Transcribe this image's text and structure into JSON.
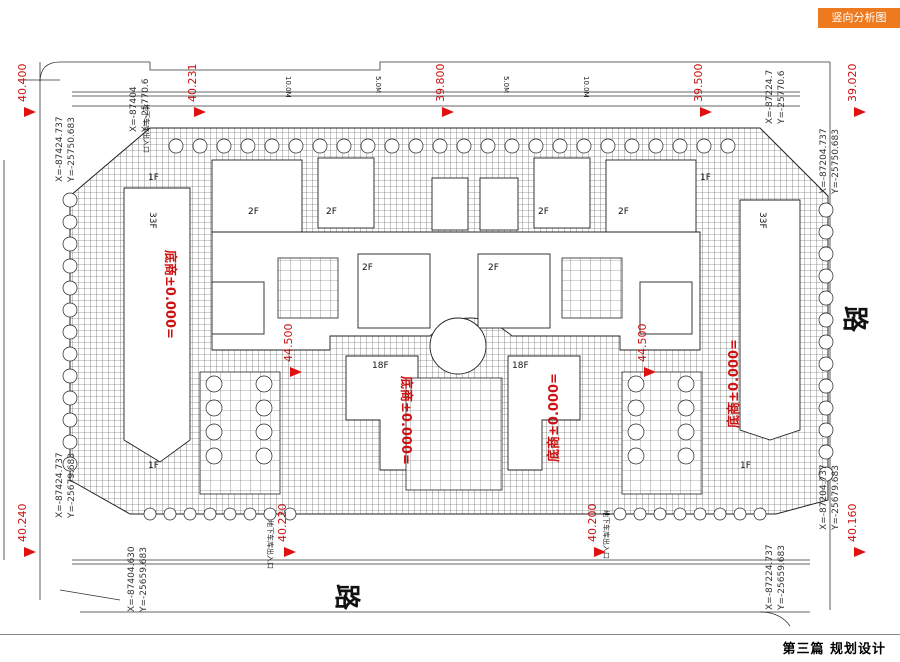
{
  "header": {
    "tag": "竖向分析图"
  },
  "footer": {
    "title": "第三篇  规划设计"
  },
  "colors": {
    "accent": "#ee7a1f",
    "marker": "#dd1111",
    "elev_text": "#cc1111",
    "line": "#333333"
  },
  "road_labels": [
    "路",
    "路"
  ],
  "elevations": {
    "top_left": "40.400",
    "top_mid_left": "40.231",
    "top_mid": "39.800",
    "top_right": "39.500",
    "top_far_right": "39.020",
    "bottom_left": "40.240",
    "bottom_mid_left": "40.220",
    "bottom_mid_right": "40.200",
    "bottom_right": "40.160",
    "plaza_left": "44.500",
    "plaza_right": "44.500"
  },
  "coordinates": {
    "tl_x": "X=-87424.737",
    "tl_y": "Y=-25750.683",
    "top_x": "X=-87404",
    "top_y": "Y=-25770.6",
    "tr_x": "X=-87224.7",
    "tr_y": "Y=-25770.6",
    "tr2_x": "X=-87204.737",
    "tr2_y": "Y=-25750.683",
    "bl_x": "X=-87424.737",
    "bl_y": "Y=-25679.683",
    "bl2_x": "X=-87404.630",
    "bl2_y": "Y=-25659.683",
    "br_x": "X=-87204.737",
    "br_y": "Y=-25679.683",
    "br2_x": "X=-87224.737",
    "br2_y": "Y=-25659.683"
  },
  "base_labels": {
    "left": "底商±0.000=",
    "right": "底商±0.000=",
    "center_left": "底商±0.000=",
    "center_right": "底商±0.000="
  },
  "floor_labels": [
    "33F",
    "33F",
    "18F",
    "18F",
    "2F",
    "2F",
    "2F",
    "2F",
    "2F",
    "2F",
    "1F",
    "1F",
    "1F",
    "1F"
  ],
  "small_notes": [
    "10.0M",
    "5.0M",
    "5.0M",
    "10.0M",
    "地下车库出入口",
    "地下车库出入口",
    "地下车库出入口"
  ]
}
